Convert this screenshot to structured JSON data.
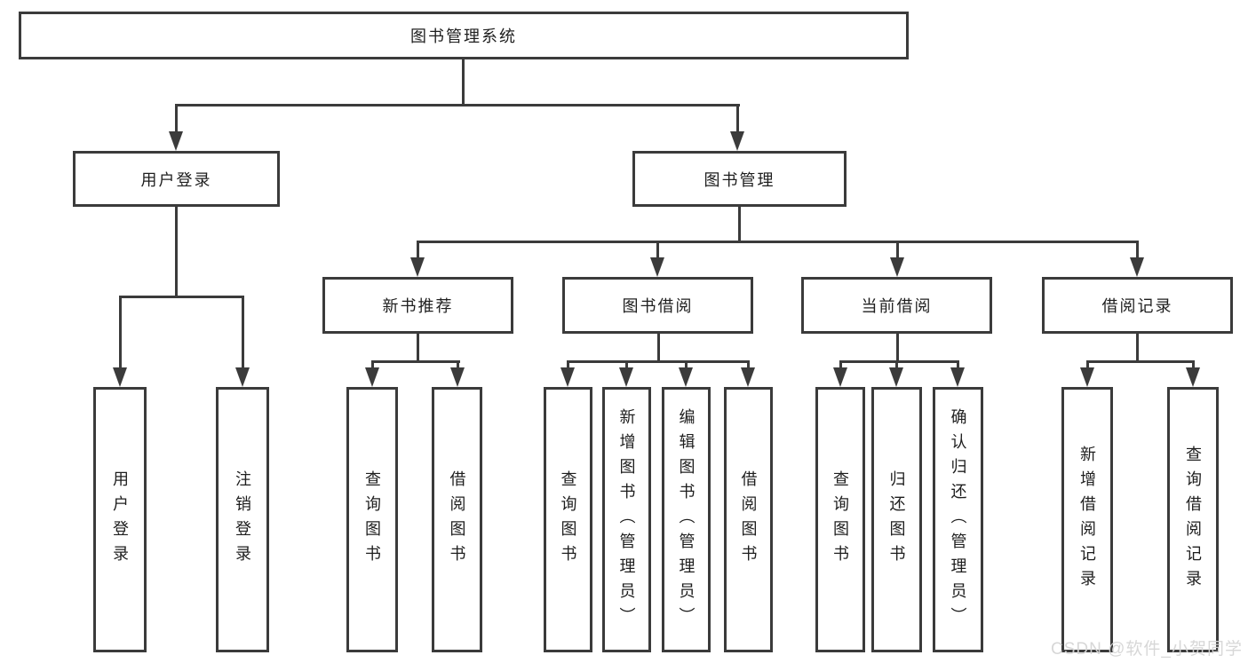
{
  "tree": {
    "root": {
      "label": "图书管理系统"
    },
    "user_login": {
      "label": "用户登录",
      "children": [
        {
          "label": "用户登录"
        },
        {
          "label": "注销登录"
        }
      ]
    },
    "book_mgmt": {
      "label": "图书管理"
    },
    "new_book": {
      "label": "新书推荐",
      "children": [
        {
          "label": "查询图书"
        },
        {
          "label": "借阅图书"
        }
      ]
    },
    "book_borrow": {
      "label": "图书借阅",
      "children": [
        {
          "label": "查询图书"
        },
        {
          "label": "新增图书（管理员）"
        },
        {
          "label": "编辑图书（管理员）"
        },
        {
          "label": "借阅图书"
        }
      ]
    },
    "current_borrow": {
      "label": "当前借阅",
      "children": [
        {
          "label": "查询图书"
        },
        {
          "label": "归还图书"
        },
        {
          "label": "确认归还（管理员）"
        }
      ]
    },
    "borrow_record": {
      "label": "借阅记录",
      "children": [
        {
          "label": "新增借阅记录"
        },
        {
          "label": "查询借阅记录"
        }
      ]
    }
  },
  "watermark": "CSDN @软件_小贺同学",
  "colors": {
    "line": "#3b3b3b",
    "text": "#1e1e1e",
    "background": "#ffffff"
  }
}
